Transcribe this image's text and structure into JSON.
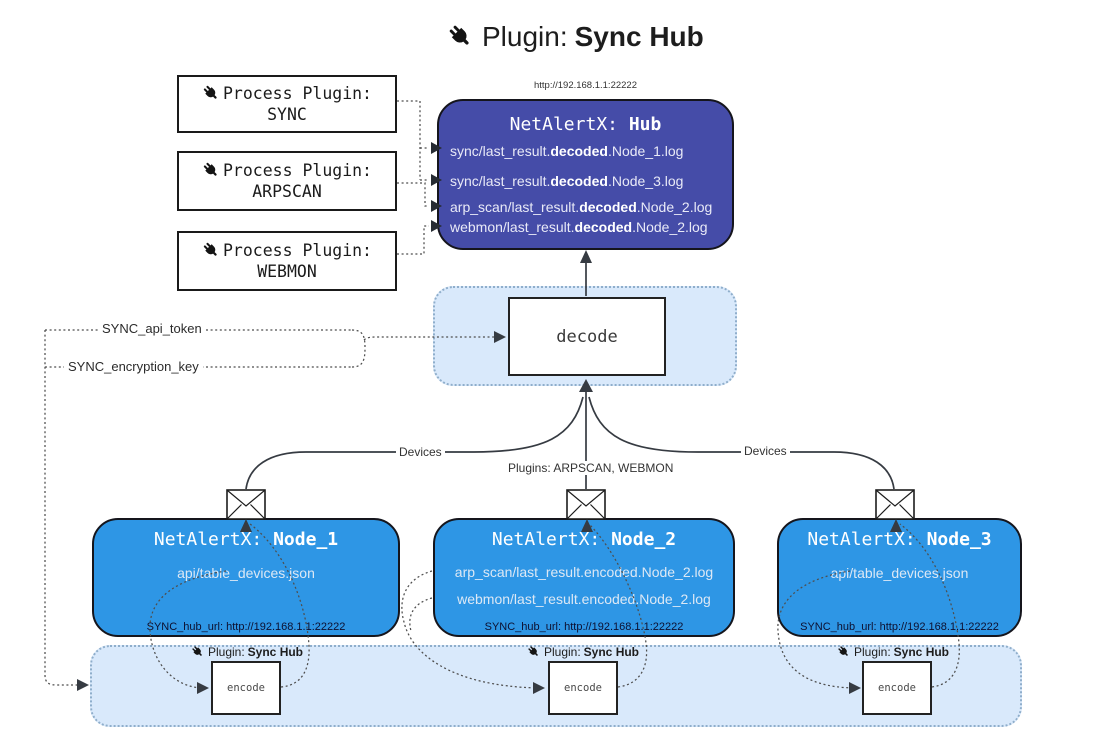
{
  "title": {
    "prefix": "Plugin:",
    "name": "Sync Hub"
  },
  "process_plugins": [
    {
      "label": "Process Plugin:",
      "name": "SYNC"
    },
    {
      "label": "Process Plugin:",
      "name": "ARPSCAN"
    },
    {
      "label": "Process Plugin:",
      "name": "WEBMON"
    }
  ],
  "hub": {
    "url": "http://192.168.1.1:22222",
    "name_prefix": "NetAlertX: ",
    "name": "Hub",
    "logs": [
      {
        "pre": "sync/last_result.",
        "bold": "decoded",
        "post": ".Node_1.log"
      },
      {
        "pre": "sync/last_result.",
        "bold": "decoded",
        "post": ".Node_3.log"
      },
      {
        "pre": "arp_scan/last_result.",
        "bold": "decoded",
        "post": ".Node_2.log"
      },
      {
        "pre": "webmon/last_result.",
        "bold": "decoded",
        "post": ".Node_2.log"
      }
    ]
  },
  "decode_box": {
    "label": "decode"
  },
  "config_labels": {
    "api_token": "SYNC_api_token",
    "encryption_key": "SYNC_encryption_key"
  },
  "edge_labels": {
    "devices_left": "Devices",
    "plugins_mid": "Plugins: ARPSCAN, WEBMON",
    "devices_right": "Devices"
  },
  "nodes": [
    {
      "name_prefix": "NetAlertX: ",
      "name": "Node_1",
      "file1": "api/table_devices.json",
      "hub_url": "SYNC_hub_url: http://192.168.1.1:22222"
    },
    {
      "name_prefix": "NetAlertX: ",
      "name": "Node_2",
      "file1": "arp_scan/last_result.encoded.Node_2.log",
      "file2": "webmon/last_result.encoded.Node_2.log",
      "hub_url": "SYNC_hub_url: http://192.168.1.1:22222"
    },
    {
      "name_prefix": "NetAlertX: ",
      "name": "Node_3",
      "file1": "api/table_devices.json",
      "hub_url": "SYNC_hub_url: http://192.168.1.1:22222"
    }
  ],
  "encode_sections": [
    {
      "label_prefix": "Plugin: ",
      "label_name": "Sync Hub",
      "box_label": "encode"
    },
    {
      "label_prefix": "Plugin: ",
      "label_name": "Sync Hub",
      "box_label": "encode"
    },
    {
      "label_prefix": "Plugin: ",
      "label_name": "Sync Hub",
      "box_label": "encode"
    }
  ],
  "colors": {
    "hub_fill": "#454CA8",
    "node_fill": "#2E96E5",
    "panel_fill": "#D9E9FB",
    "panel_border": "#8FAECB",
    "solid_line": "#363B42",
    "dotted_line": "#4E4E4E"
  }
}
